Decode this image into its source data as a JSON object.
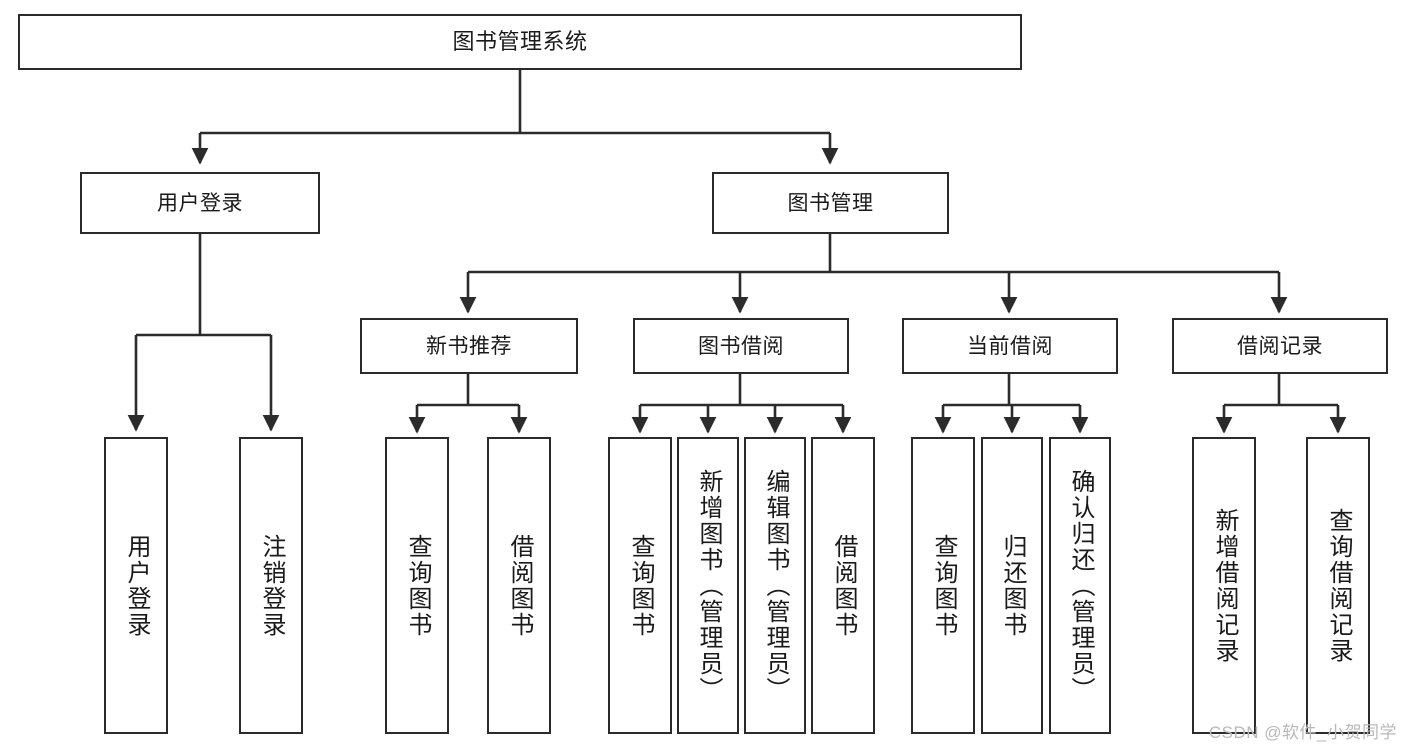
{
  "diagram": {
    "title": "图书管理系统",
    "type": "tree",
    "watermark": "CSDN @软件_小贺同学",
    "colors": {
      "stroke": "#2b2b2b",
      "fill": "#ffffff",
      "text": "#1a1a1a",
      "watermark": "#b9b9b9"
    },
    "root": {
      "label": "图书管理系统"
    },
    "level1": [
      {
        "label": "用户登录"
      },
      {
        "label": "图书管理"
      }
    ],
    "level2": [
      {
        "label": "新书推荐"
      },
      {
        "label": "图书借阅"
      },
      {
        "label": "当前借阅"
      },
      {
        "label": "借阅记录"
      }
    ],
    "leaves": {
      "user_login": [
        {
          "label": "用户登录"
        },
        {
          "label": "注销登录"
        }
      ],
      "new_book_recommend": [
        {
          "label": "查询图书"
        },
        {
          "label": "借阅图书"
        }
      ],
      "book_borrow": [
        {
          "label": "查询图书"
        },
        {
          "label": "新增图书（管理员）"
        },
        {
          "label": "编辑图书（管理员）"
        },
        {
          "label": "借阅图书"
        }
      ],
      "current_borrow": [
        {
          "label": "查询图书"
        },
        {
          "label": "归还图书"
        },
        {
          "label": "确认归还（管理员）"
        }
      ],
      "borrow_records": [
        {
          "label": "新增借阅记录"
        },
        {
          "label": "查询借阅记录"
        }
      ]
    }
  }
}
